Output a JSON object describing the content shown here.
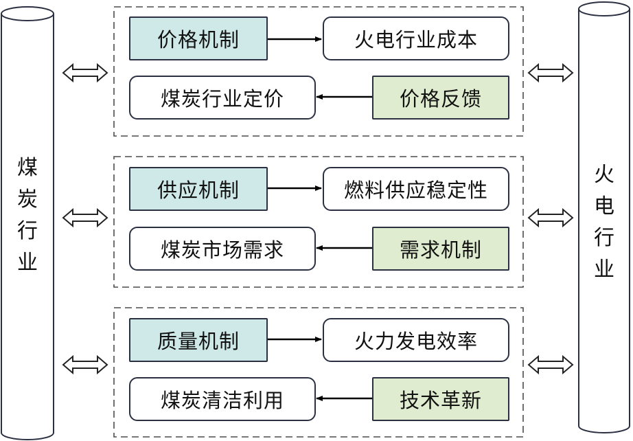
{
  "left_pillar": {
    "label": "煤炭行业"
  },
  "right_pillar": {
    "label": "火电行业"
  },
  "groups": [
    {
      "mechanism": "价格机制",
      "outcome": "火电行业成本",
      "coal_side": "煤炭行业定价",
      "feedback": "价格反馈"
    },
    {
      "mechanism": "供应机制",
      "outcome": "燃料供应稳定性",
      "coal_side": "煤炭市场需求",
      "feedback": "需求机制"
    },
    {
      "mechanism": "质量机制",
      "outcome": "火力发电效率",
      "coal_side": "煤炭清洁利用",
      "feedback": "技术革新"
    }
  ],
  "colors": {
    "mechanism_fill": "#cfe9e8",
    "feedback_fill": "#dfeccf",
    "stroke": "#2a3042"
  }
}
